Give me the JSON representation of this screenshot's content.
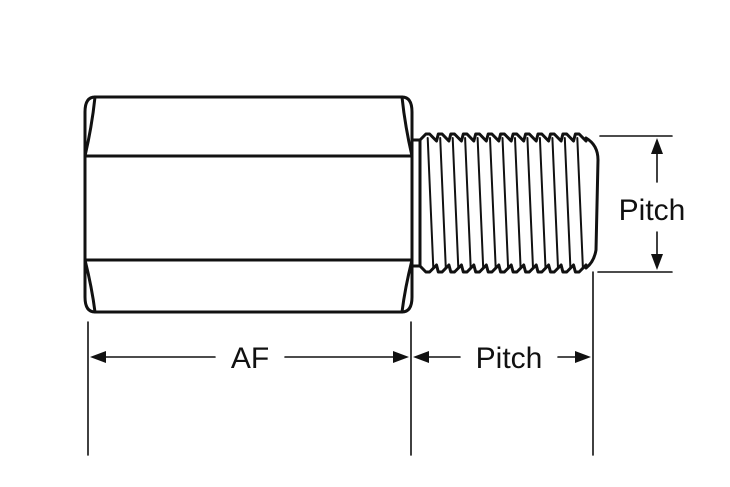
{
  "diagram": {
    "labels": {
      "across_flats": "AF",
      "length_pitch": "Pitch",
      "diameter_pitch": "Pitch"
    },
    "colors": {
      "line": "#111111",
      "background": "#ffffff"
    }
  }
}
